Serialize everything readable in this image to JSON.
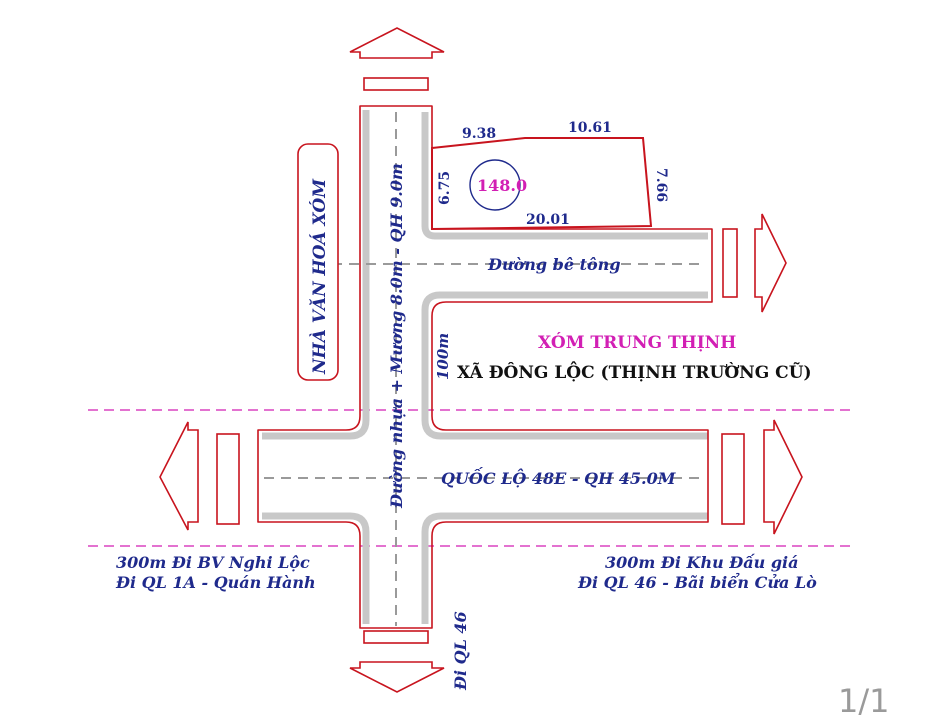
{
  "map": {
    "lot": {
      "area": "148.0",
      "edge_top_left": "9.38",
      "edge_top_right": "10.61",
      "edge_left": "6.75",
      "edge_right": "7.66",
      "edge_bottom": "20.01"
    },
    "roads": {
      "vertical_road": "Đường nhựa + Mương 8.0m - QH 9.0m",
      "concrete_road": "Đường bê tông",
      "highway": "QUỐC LỘ 48E - QH 45.0M",
      "distance_100m": "100m",
      "to_ql46": "Đi QL 46"
    },
    "places": {
      "cultural_house": "NHÀ VĂN HOÁ XÓM",
      "hamlet": "XÓM TRUNG THỊNH",
      "commune": "XÃ ĐÔNG LỘC (THỊNH TRƯỜNG CŨ)"
    },
    "directions": {
      "left_line1": "300m Đi BV Nghi Lộc",
      "left_line2": "Đi QL 1A - Quán Hành",
      "right_line1": "300m Đi Khu Đấu giá",
      "right_line2": "Đi QL 46 - Bãi biển Cửa Lò"
    },
    "colors": {
      "road_edge": "#c8141e",
      "road_fill": "#c8c8c8",
      "label_blue": "#1f2a8c",
      "label_magenta": "#d21fb4",
      "planning_line": "#d21fb4"
    }
  },
  "viewer": {
    "page_indicator": "1/1"
  }
}
